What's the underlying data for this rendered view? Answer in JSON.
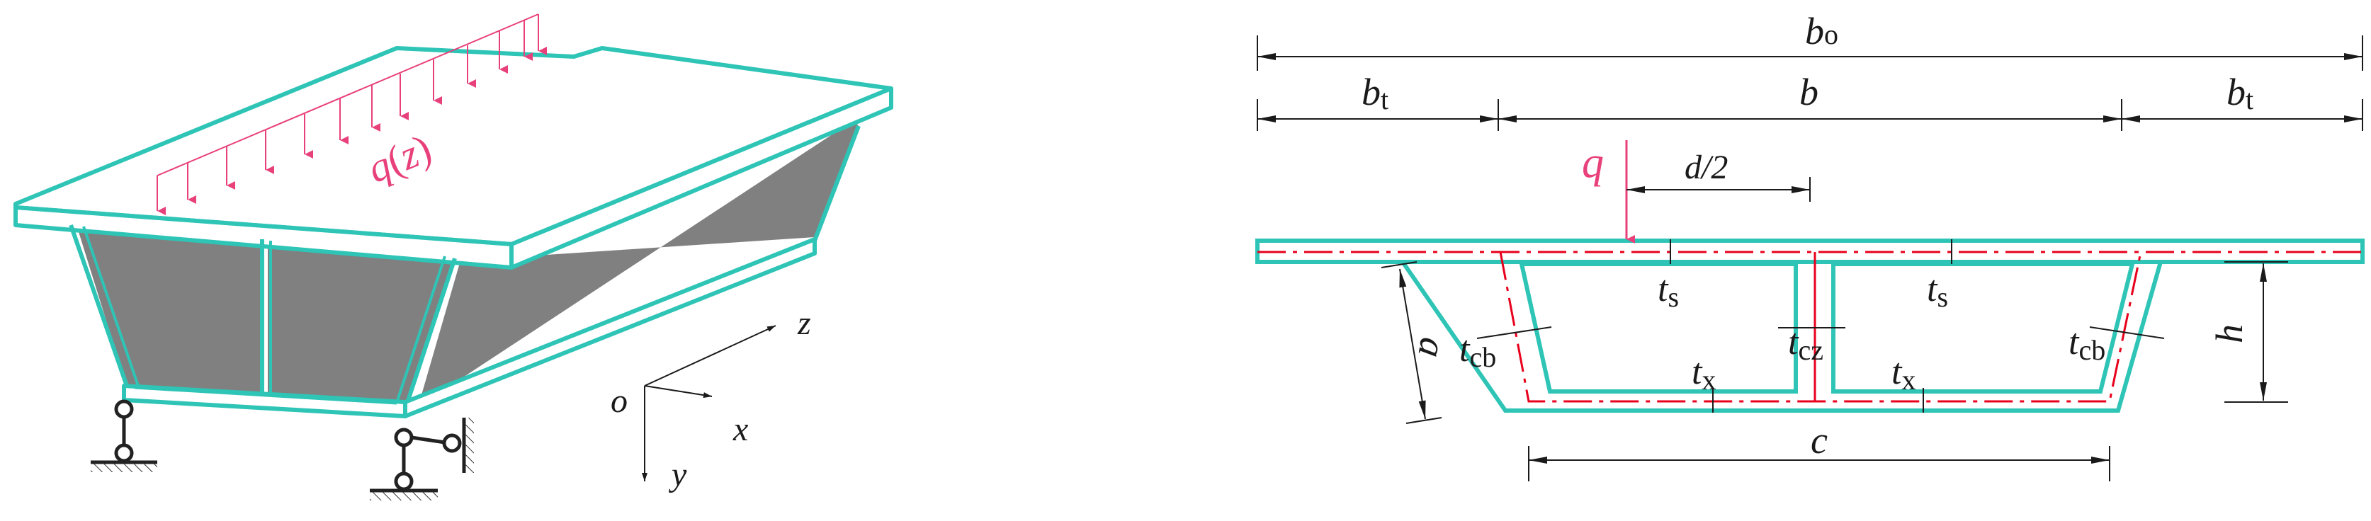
{
  "colors": {
    "girder": "#2ec4b6",
    "load": "#e8407a",
    "centerline": "#e8001c",
    "dimension": "#1a1a1a",
    "web_fill": "#808080",
    "support": "#222222"
  },
  "left_view": {
    "load_label": {
      "base": "q",
      "arg": "z"
    },
    "axes": {
      "origin": "o",
      "x": "x",
      "y": "y",
      "z": "z"
    }
  },
  "cross_section": {
    "load": "q",
    "dims": {
      "b0": {
        "base": "b",
        "sub": "o"
      },
      "bt_left": {
        "base": "b",
        "sub": "t"
      },
      "b": {
        "base": "b",
        "sub": ""
      },
      "bt_right": {
        "base": "b",
        "sub": "t"
      },
      "d_half": "d/2",
      "a": "a",
      "h": "h",
      "c": "c"
    },
    "thickness": {
      "ts_left": {
        "base": "t",
        "sub": "s"
      },
      "ts_right": {
        "base": "t",
        "sub": "s"
      },
      "tcb_left": {
        "base": "t",
        "sub": "cb"
      },
      "tcb_right": {
        "base": "t",
        "sub": "cb"
      },
      "tcz": {
        "base": "t",
        "sub": "cz"
      },
      "tx_left": {
        "base": "t",
        "sub": "x"
      },
      "tx_right": {
        "base": "t",
        "sub": "x"
      }
    }
  }
}
